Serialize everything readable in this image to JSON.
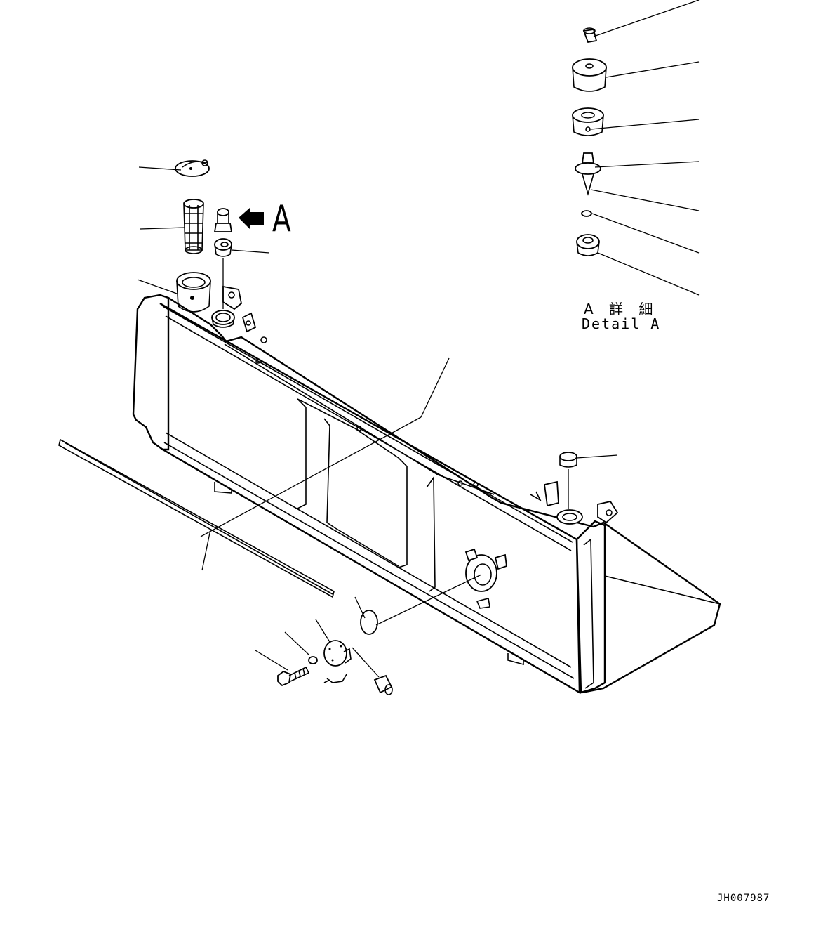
{
  "view_label": "A",
  "detail_label_jp": "A 詳 細",
  "detail_label_en": "Detail A",
  "drawing_code": "JH007987"
}
